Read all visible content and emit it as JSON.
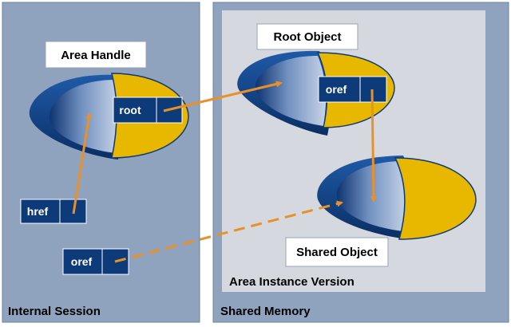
{
  "panels": {
    "left_label": "Internal Session",
    "right_label": "Shared Memory",
    "inner_label": "Area Instance Version"
  },
  "objects": {
    "area_handle": "Area Handle",
    "root_object": "Root Object",
    "shared_object": "Shared Object"
  },
  "refs": {
    "root": "root",
    "root_oref": "oref",
    "href": "href",
    "session_oref": "oref"
  },
  "colors": {
    "panel": "#8fa3bf",
    "inner_panel": "#d6d8e0",
    "navy": "#0d3a78",
    "yellow": "#e8b800",
    "arrow": "#e8902a"
  }
}
